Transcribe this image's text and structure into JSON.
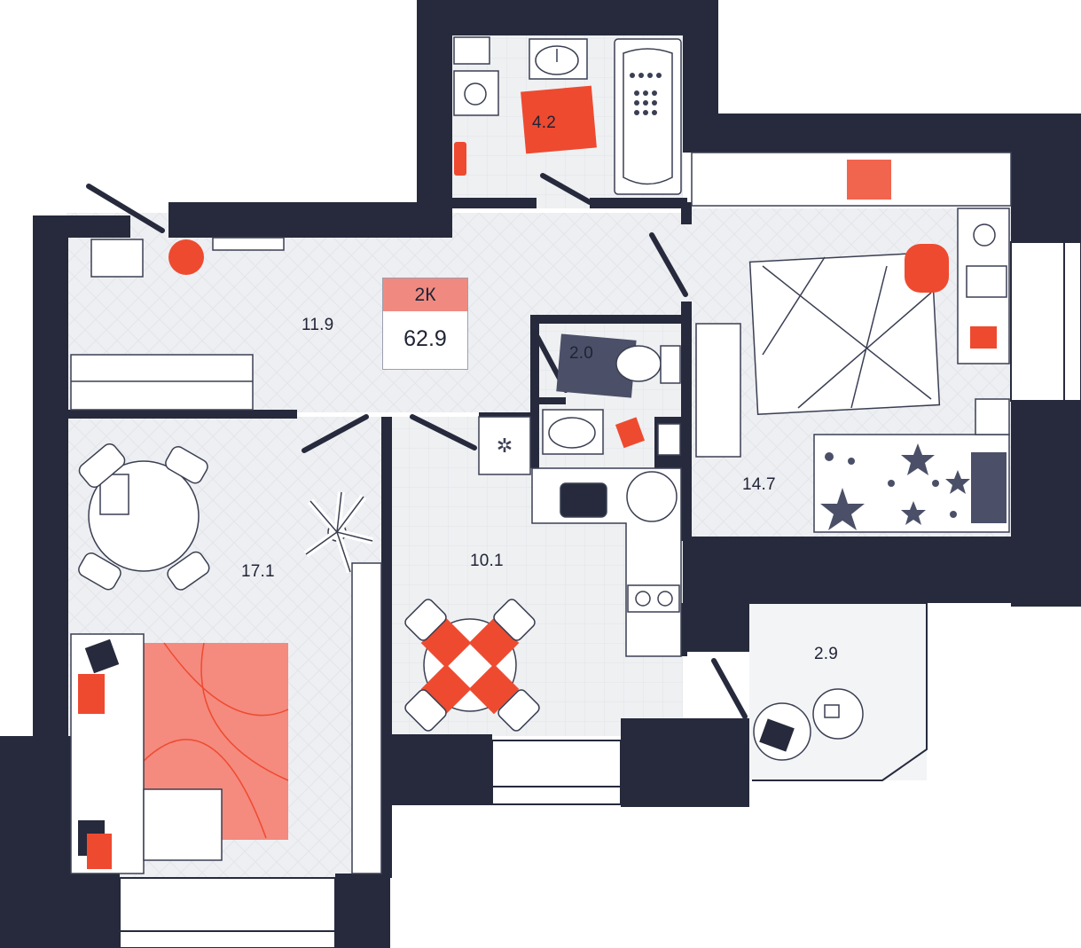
{
  "apartment": {
    "type_label": "2К",
    "total_area": "62.9"
  },
  "rooms": {
    "bathroom": "4.2",
    "hallway": "11.9",
    "toilet": "2.0",
    "bedroom": "14.7",
    "living_room": "17.1",
    "kitchen": "10.1",
    "balcony": "2.9"
  },
  "colors": {
    "wall": "#262a3c",
    "accent_red": "#ee4a30",
    "rug_salmon": "#f58a7e",
    "floor": "#eff0f2",
    "furniture_stroke": "#3a3f52",
    "star": "#4b5068"
  }
}
